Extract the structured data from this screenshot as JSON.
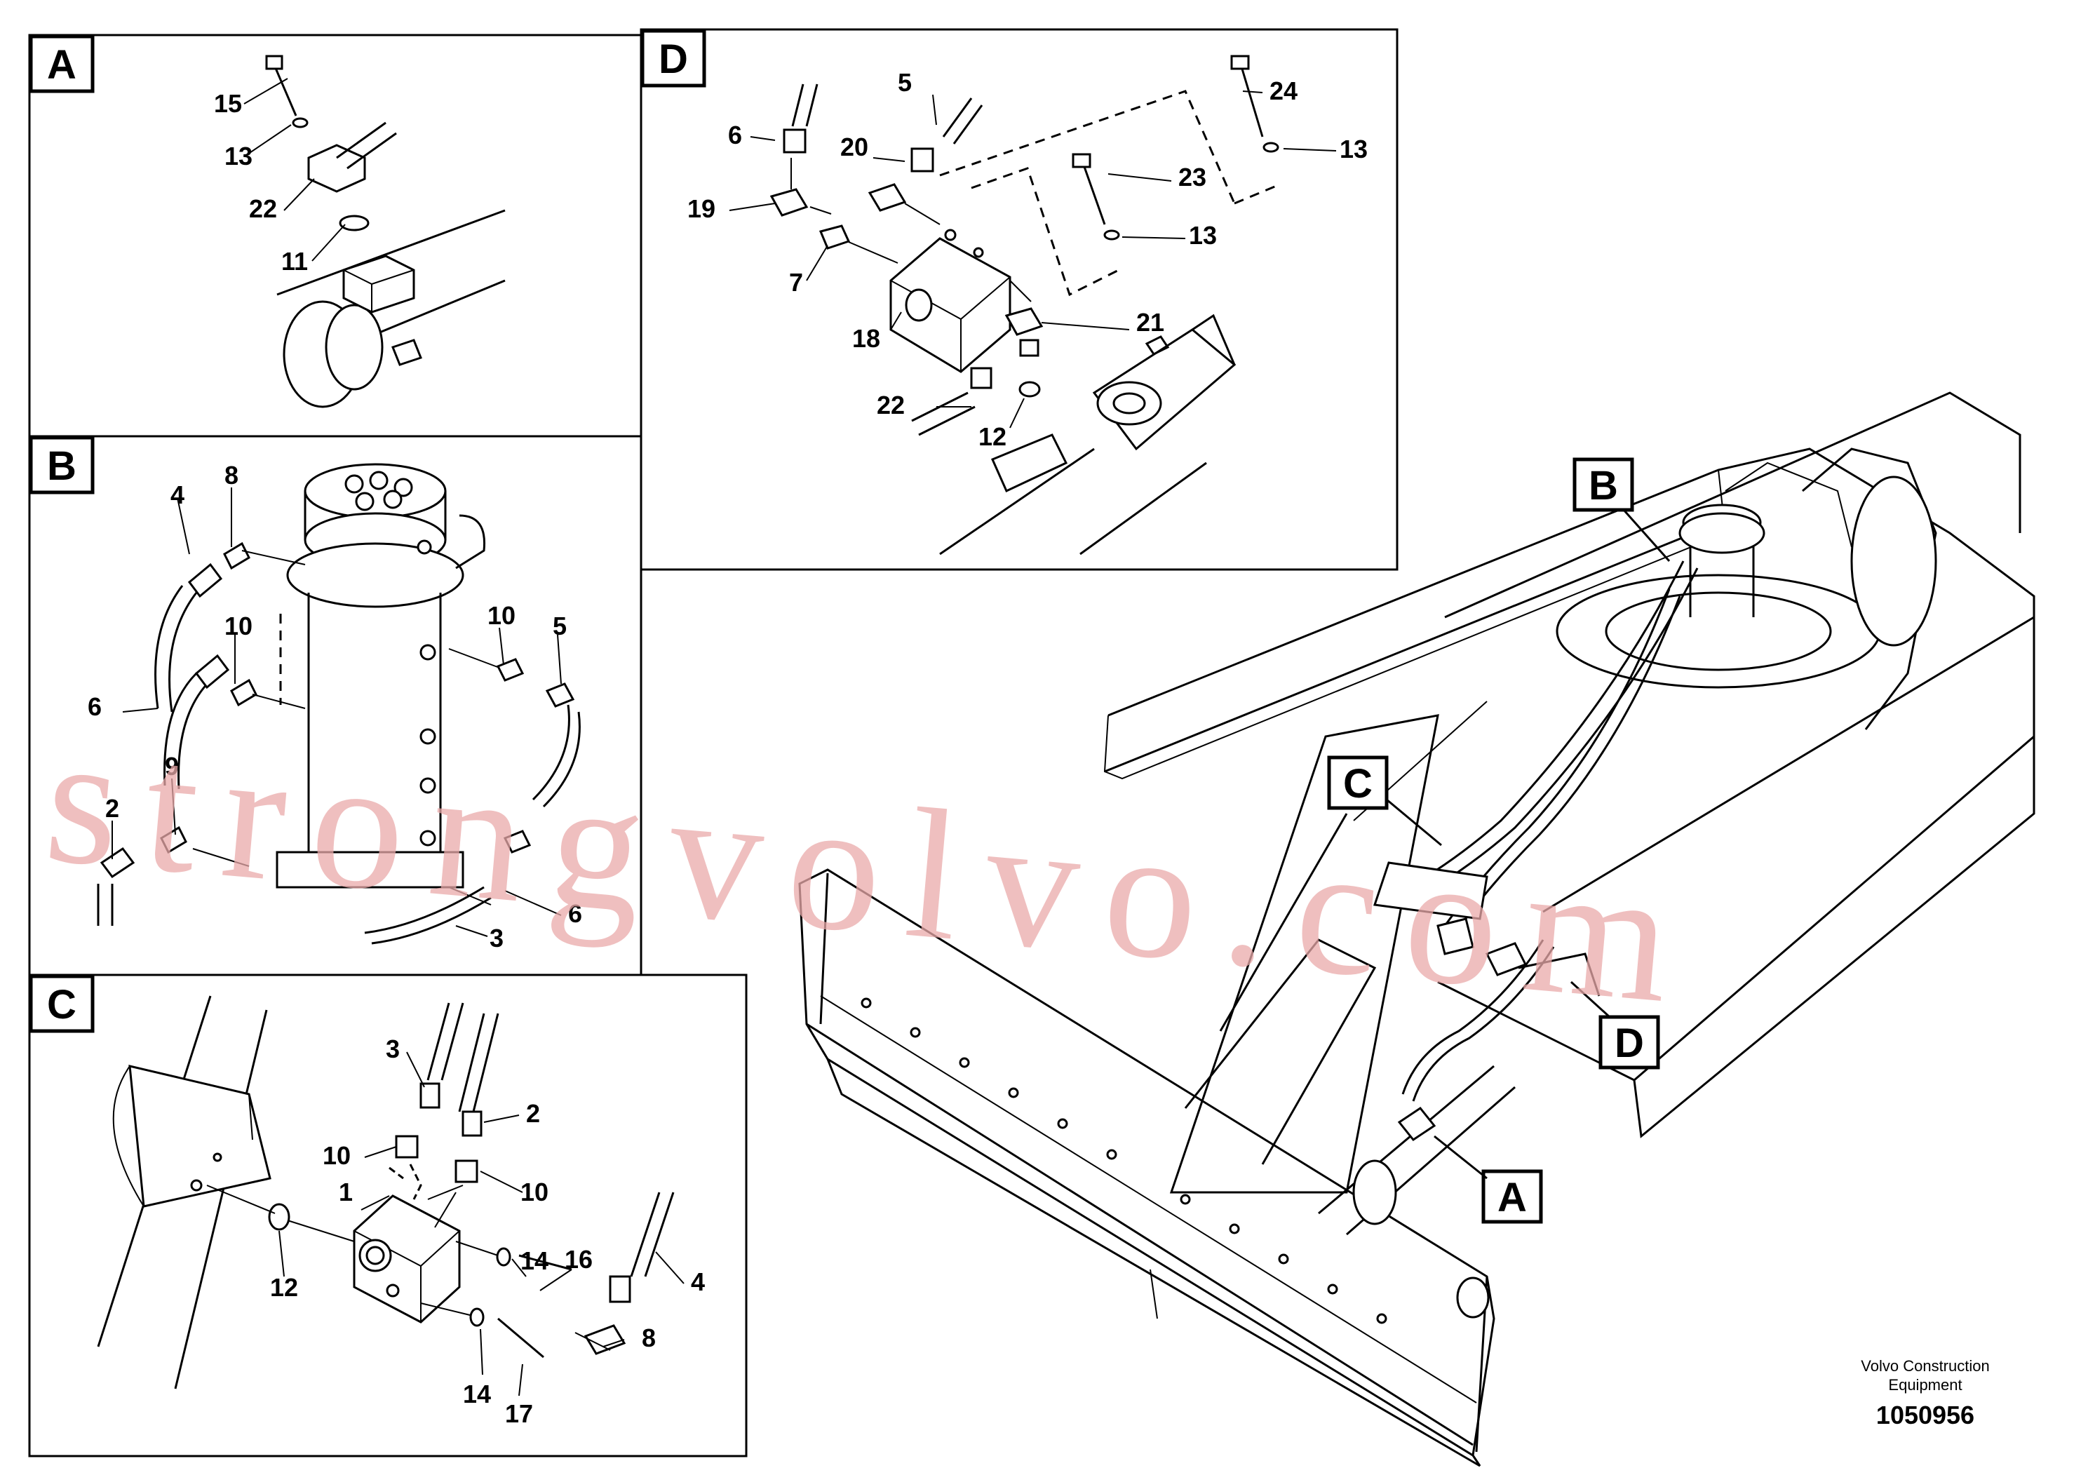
{
  "panels": {
    "A": {
      "tag": "A",
      "callouts": [
        "15",
        "13",
        "22",
        "11"
      ]
    },
    "B": {
      "tag": "B",
      "callouts": [
        "8",
        "4",
        "10",
        "10",
        "5",
        "6",
        "2",
        "9",
        "3",
        "6"
      ]
    },
    "C": {
      "tag": "C",
      "callouts": [
        "3",
        "2",
        "10",
        "10",
        "1",
        "14",
        "16",
        "4",
        "12",
        "8",
        "14",
        "17"
      ]
    },
    "D": {
      "tag": "D",
      "callouts": [
        "5",
        "6",
        "20",
        "24",
        "13",
        "19",
        "23",
        "13",
        "7",
        "18",
        "21",
        "22",
        "12"
      ]
    }
  },
  "overview": {
    "tags": [
      "B",
      "C",
      "D",
      "A"
    ]
  },
  "footer": {
    "company": "Volvo Construction",
    "company2": "Equipment",
    "drawing_number": "1050956"
  },
  "watermark": "strongvolvo.com"
}
